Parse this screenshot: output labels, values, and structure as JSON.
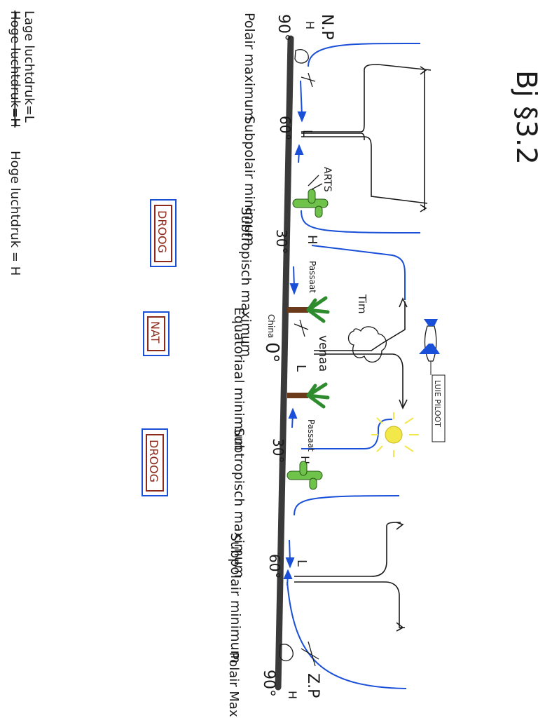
{
  "header": {
    "title": "Bj §3.2"
  },
  "legend": {
    "low": "Lage luchtdruk=L",
    "high_crossed": "Hoge luchtdruk=H",
    "high": "Hoge luchtdruk = H"
  },
  "zones": [
    {
      "name": "Polair maximum"
    },
    {
      "name": "Subpolair minimum"
    },
    {
      "name": "Subtropisch maximum"
    },
    {
      "name": "Equatoriaal minimum"
    },
    {
      "name": "Subtropisch maximum"
    },
    {
      "name": "Subpolair minimum"
    },
    {
      "name": "Polair Maximum"
    }
  ],
  "latitudes": [
    "90°",
    "60°",
    "30°",
    "0°",
    "30°",
    "60°",
    "90°"
  ],
  "pole_labels": {
    "north": "N.P",
    "south": "Z.P"
  },
  "pressure_letters": [
    "H",
    "L",
    "H",
    "L",
    "H",
    "L",
    "H"
  ],
  "climate_boxes": [
    "DROOG",
    "NAT",
    "DROOG"
  ],
  "labels": {
    "arts": "ARTS",
    "passaat_1": "Passaat",
    "passaat_2": "Passaat",
    "tim": "Tim",
    "venaa": "venaa",
    "china": "China",
    "luie_piloot": "LUIE PILOOT"
  },
  "colors": {
    "ink": "#1a1a1a",
    "blue": "#1a4fd8",
    "axis": "#3a3a3a",
    "box_red": "#8b2a1a",
    "cactus": "#6fc24a",
    "sun": "#f2e84a",
    "palm": "#2e8b2e"
  }
}
